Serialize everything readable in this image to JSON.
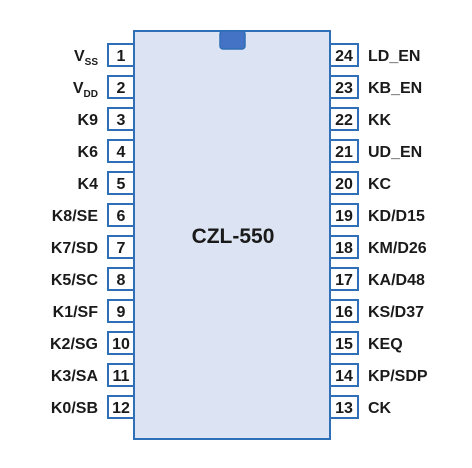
{
  "chip": {
    "name": "CZL-550",
    "colors": {
      "body_fill": "#dce3f2",
      "outline": "#2e6fb7",
      "notch": "#4472c4",
      "pin_fill": "#ffffff",
      "text": "#1a1a1a"
    }
  },
  "left_pins": [
    {
      "number": "1",
      "label": "V",
      "sub": "SS"
    },
    {
      "number": "2",
      "label": "V",
      "sub": "DD"
    },
    {
      "number": "3",
      "label": "K9",
      "sub": ""
    },
    {
      "number": "4",
      "label": "K6",
      "sub": ""
    },
    {
      "number": "5",
      "label": "K4",
      "sub": ""
    },
    {
      "number": "6",
      "label": "K8/SE",
      "sub": ""
    },
    {
      "number": "7",
      "label": "K7/SD",
      "sub": ""
    },
    {
      "number": "8",
      "label": "K5/SC",
      "sub": ""
    },
    {
      "number": "9",
      "label": "K1/SF",
      "sub": ""
    },
    {
      "number": "10",
      "label": "K2/SG",
      "sub": ""
    },
    {
      "number": "11",
      "label": "K3/SA",
      "sub": ""
    },
    {
      "number": "12",
      "label": "K0/SB",
      "sub": ""
    }
  ],
  "right_pins": [
    {
      "number": "24",
      "label": "LD_EN"
    },
    {
      "number": "23",
      "label": "KB_EN"
    },
    {
      "number": "22",
      "label": "KK"
    },
    {
      "number": "21",
      "label": "UD_EN"
    },
    {
      "number": "20",
      "label": "KC"
    },
    {
      "number": "19",
      "label": "KD/D15"
    },
    {
      "number": "18",
      "label": "KM/D26"
    },
    {
      "number": "17",
      "label": "KA/D48"
    },
    {
      "number": "16",
      "label": "KS/D37"
    },
    {
      "number": "15",
      "label": "KEQ"
    },
    {
      "number": "14",
      "label": "KP/SDP"
    },
    {
      "number": "13",
      "label": "CK"
    }
  ]
}
